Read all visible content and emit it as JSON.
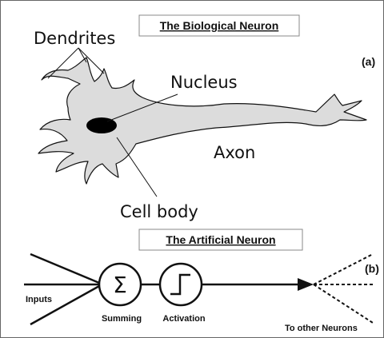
{
  "biological": {
    "title": "The Biological Neuron",
    "panel_label": "(a)",
    "labels": {
      "dendrites": "Dendrites",
      "nucleus": "Nucleus",
      "axon": "Axon",
      "cell_body": "Cell body"
    }
  },
  "artificial": {
    "title": "The Artificial Neuron",
    "panel_label": "(b)",
    "labels": {
      "inputs": "Inputs",
      "summing": "Summing",
      "activation": "Activation",
      "outputs": "To other Neurons"
    },
    "sigma_symbol": "Σ"
  },
  "colors": {
    "neuron_fill": "#dcdcdc",
    "outline": "#111111",
    "nucleus": "#000000"
  }
}
